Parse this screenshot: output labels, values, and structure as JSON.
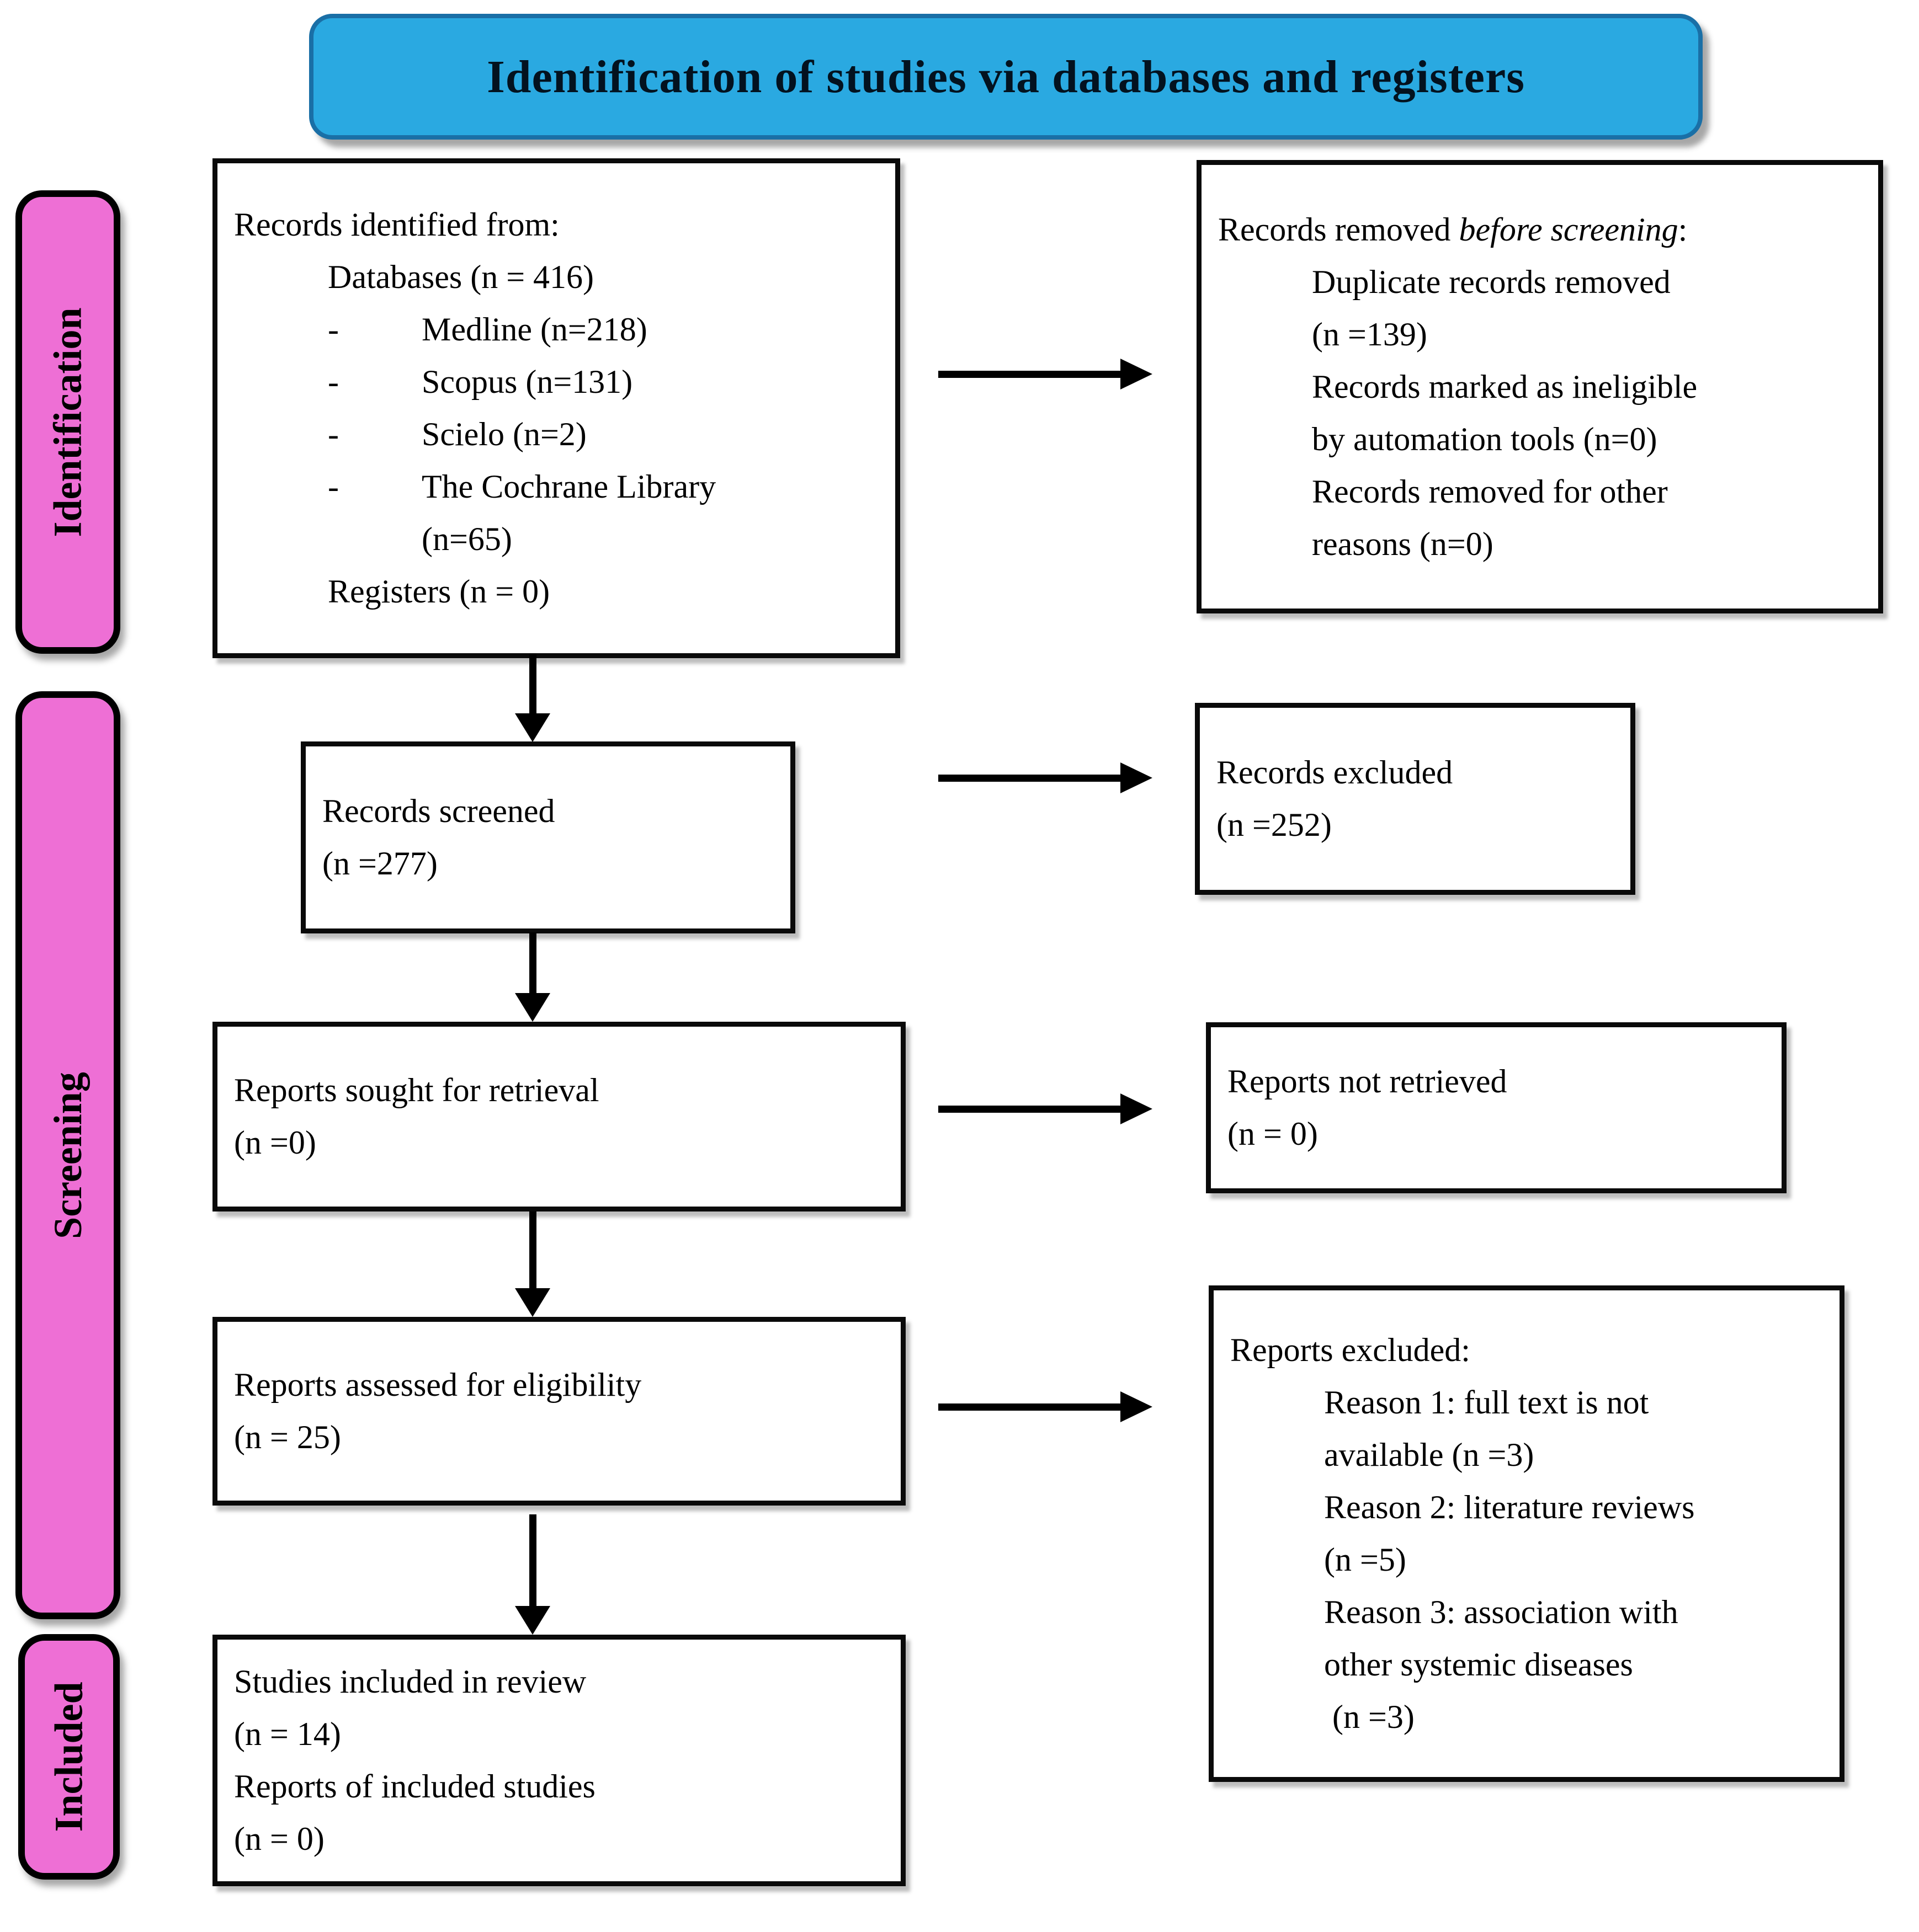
{
  "title": "Identification of studies via databases and registers",
  "colors": {
    "header_fill": "#2aa9e1",
    "header_border": "#1a6fa6",
    "stage_fill": "#ee6fd5",
    "stage_border": "#000000",
    "box_border": "#0a0a0a",
    "arrow": "#000000",
    "text": "#000000"
  },
  "stages": [
    {
      "label": "Identification"
    },
    {
      "label": "Screening"
    },
    {
      "label": "Included"
    }
  ],
  "boxes": {
    "identified": {
      "lines": [
        {
          "t": "Records identified from:",
          "ind": 0
        },
        {
          "t": "Databases (n = 416)",
          "ind": 1
        },
        {
          "t": "Medline (n=218)",
          "ind": 2,
          "bullet": "-"
        },
        {
          "t": "Scopus (n=131)",
          "ind": 2,
          "bullet": "-"
        },
        {
          "t": "Scielo (n=2)",
          "ind": 2,
          "bullet": "-"
        },
        {
          "t": "The Cochrane Library",
          "ind": 2,
          "bullet": "-"
        },
        {
          "t": "(n=65)",
          "ind": 3
        },
        {
          "t": "Registers (n = 0)",
          "ind": 1
        }
      ]
    },
    "removed": {
      "lines": [
        {
          "parts": [
            {
              "t": "Records removed "
            },
            {
              "t": "before screening",
              "italic": true
            },
            {
              "t": ":"
            }
          ],
          "ind": 0
        },
        {
          "t": "Duplicate records removed",
          "ind": 1
        },
        {
          "t": "(n =139)",
          "ind": 1
        },
        {
          "t": "Records marked as ineligible",
          "ind": 1
        },
        {
          "t": "by automation tools (n=0)",
          "ind": 1
        },
        {
          "t": "Records removed for other",
          "ind": 1
        },
        {
          "t": "reasons (n=0)",
          "ind": 1
        }
      ]
    },
    "screened": {
      "lines": [
        {
          "t": "Records screened",
          "ind": 0
        },
        {
          "t": "(n =277)",
          "ind": 0
        }
      ]
    },
    "excluded": {
      "lines": [
        {
          "t": "Records excluded",
          "ind": 0
        },
        {
          "t": "(n =252)",
          "ind": 0
        }
      ]
    },
    "sought": {
      "lines": [
        {
          "t": "Reports sought for retrieval",
          "ind": 0
        },
        {
          "t": "(n =0)",
          "ind": 0
        }
      ]
    },
    "not_retrieved": {
      "lines": [
        {
          "t": "Reports not retrieved",
          "ind": 0
        },
        {
          "t": "(n = 0)",
          "ind": 0
        }
      ]
    },
    "assessed": {
      "lines": [
        {
          "t": "Reports assessed for eligibility",
          "ind": 0
        },
        {
          "t": "(n = 25)",
          "ind": 0
        }
      ]
    },
    "reports_excluded": {
      "lines": [
        {
          "t": "Reports excluded:",
          "ind": 0
        },
        {
          "t": "Reason 1: full text is not",
          "ind": 1
        },
        {
          "t": "available (n =3)",
          "ind": 1
        },
        {
          "t": "Reason 2: literature reviews",
          "ind": 1
        },
        {
          "t": "(n =5)",
          "ind": 1
        },
        {
          "t": "Reason 3: association with",
          "ind": 1
        },
        {
          "t": "other systemic diseases",
          "ind": 1
        },
        {
          "t": " (n =3)",
          "ind": 1
        }
      ]
    },
    "included_studies": {
      "lines": [
        {
          "t": "Studies included in review",
          "ind": 0
        },
        {
          "t": "(n = 14)",
          "ind": 0
        },
        {
          "t": "Reports of included studies",
          "ind": 0
        },
        {
          "t": "(n = 0)",
          "ind": 0
        }
      ]
    }
  }
}
